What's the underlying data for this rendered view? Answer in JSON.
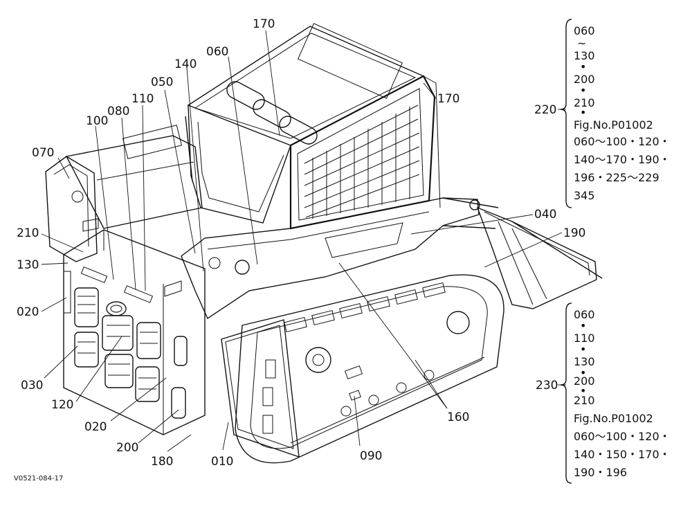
{
  "drawing_code": "V0521-084-17",
  "callouts": [
    {
      "id": "170a",
      "label": "170"
    },
    {
      "id": "060",
      "label": "060"
    },
    {
      "id": "140",
      "label": "140"
    },
    {
      "id": "050",
      "label": "050"
    },
    {
      "id": "110",
      "label": "110"
    },
    {
      "id": "080",
      "label": "080"
    },
    {
      "id": "100",
      "label": "100"
    },
    {
      "id": "070",
      "label": "070"
    },
    {
      "id": "170b",
      "label": "170"
    },
    {
      "id": "040",
      "label": "040"
    },
    {
      "id": "190",
      "label": "190"
    },
    {
      "id": "210",
      "label": "210"
    },
    {
      "id": "130",
      "label": "130"
    },
    {
      "id": "020a",
      "label": "020"
    },
    {
      "id": "030",
      "label": "030"
    },
    {
      "id": "120",
      "label": "120"
    },
    {
      "id": "020b",
      "label": "020"
    },
    {
      "id": "200",
      "label": "200"
    },
    {
      "id": "180",
      "label": "180"
    },
    {
      "id": "010",
      "label": "010"
    },
    {
      "id": "090",
      "label": "090"
    },
    {
      "id": "160",
      "label": "160"
    }
  ],
  "groups": [
    {
      "label": "220",
      "lines": [
        "060",
        "~",
        "130",
        "•",
        "200",
        "•",
        "210",
        "•",
        "Fig.No.P01002",
        "060～100・120・",
        "140～170・190・",
        "196・225～229",
        "345"
      ]
    },
    {
      "label": "230",
      "lines": [
        "060",
        "•",
        "110",
        "•",
        "130",
        "•",
        "200",
        "•",
        "210",
        "Fig.No.P01002",
        "060～100・120・",
        "140・150・170・",
        "190・196"
      ]
    }
  ]
}
